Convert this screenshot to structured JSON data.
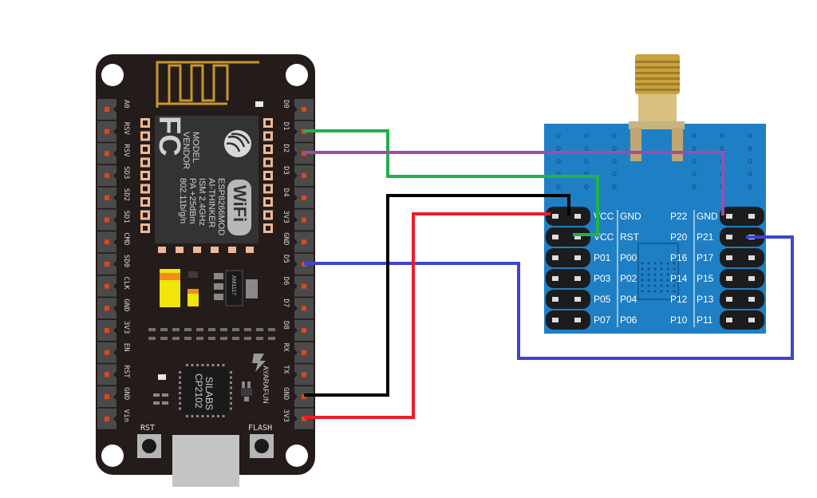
{
  "diagram": {
    "title": "NodeMCU ESP8266 to NRF24L01 wiring",
    "nodemcu": {
      "left_pins": [
        "A0",
        "RSV",
        "RSV",
        "SD3",
        "SD2",
        "SD1",
        "CMD",
        "SD0",
        "CLK",
        "GND",
        "3V3",
        "EN",
        "RST",
        "GND",
        "Vin"
      ],
      "right_pins": [
        "D0",
        "D1",
        "D2",
        "D3",
        "D4",
        "3V3",
        "GND",
        "D5",
        "D6",
        "D7",
        "D8",
        "RX",
        "TX",
        "GND",
        "3V3"
      ],
      "module": {
        "fcc": "FC",
        "model_label": "MODEL",
        "model_value": "ESP8266MOD",
        "vendor_label": "VENDOR",
        "vendor_value": "AI-THINKER",
        "ism": "ISM 2.4GHz",
        "pa": "PA +25dBm",
        "std": "802.11b/g/n",
        "wifi": "WiFi"
      },
      "regulator": "AM1117",
      "usb_chip_line1": "SILABS",
      "usb_chip_line2": "CP2102",
      "brand": "AYARAFUN",
      "rst_button": "RST",
      "flash_button": "FLASH"
    },
    "nrf": {
      "left_labels": [
        [
          "VCC",
          "GND"
        ],
        [
          "VCC",
          "RST"
        ],
        [
          "P01",
          "P00"
        ],
        [
          "P03",
          "P02"
        ],
        [
          "P05",
          "P04"
        ],
        [
          "P07",
          "P06"
        ]
      ],
      "right_labels": [
        [
          "P22",
          "GND"
        ],
        [
          "P20",
          "P21"
        ],
        [
          "P16",
          "P17"
        ],
        [
          "P14",
          "P15"
        ],
        [
          "P12",
          "P13"
        ],
        [
          "P10",
          "P11"
        ]
      ]
    },
    "wires": [
      {
        "from": "D1",
        "to": "RST",
        "color": "#22b04a"
      },
      {
        "from": "D2",
        "to": "GND (P22 side)",
        "color": "#a24aa8"
      },
      {
        "from": "D5",
        "to": "P21",
        "color": "#3b45d0"
      },
      {
        "from": "GND",
        "to": "GND (left header)",
        "color": "#000000"
      },
      {
        "from": "3V3",
        "to": "VCC",
        "color": "#ee1c25"
      }
    ]
  }
}
